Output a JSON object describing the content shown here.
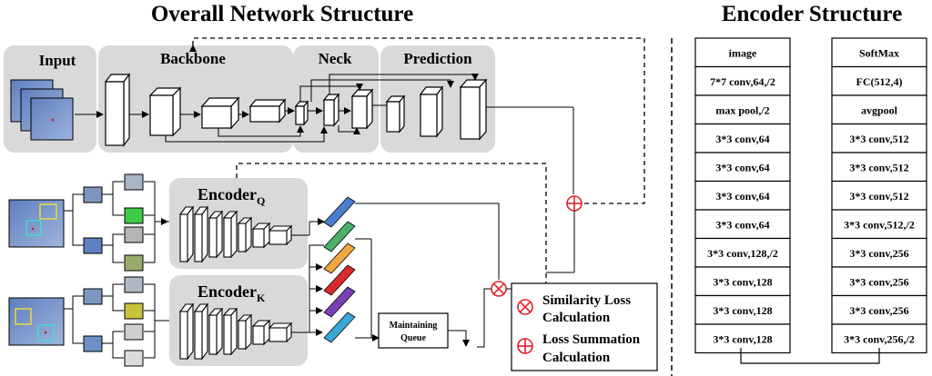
{
  "titles": {
    "main": "Overall Network Structure",
    "encoder": "Encoder Structure"
  },
  "panels": {
    "input": "Input",
    "backbone": "Backbone",
    "neck": "Neck",
    "prediction": "Prediction"
  },
  "encoders": {
    "q_main": "Encoder",
    "q_sub": "Q",
    "k_main": "Encoder",
    "k_sub": "K"
  },
  "queue": {
    "line1": "Maintaining",
    "line2": "Queue"
  },
  "legend": {
    "similarity_line1": "Similarity Loss",
    "similarity_line2": "Calculation",
    "summation_line1": "Loss Summation",
    "summation_line2": "Calculation"
  },
  "encoder_structure": {
    "left_column": [
      "image",
      "7*7 conv,64,/2",
      "max pool,/2",
      "3*3 conv,64",
      "3*3 conv,64",
      "3*3 conv,64",
      "3*3 conv,64",
      "3*3 conv,128,/2",
      "3*3 conv,128",
      "3*3 conv,128",
      "3*3 conv,128"
    ],
    "right_column": [
      "SoftMax",
      "FC(512,4)",
      "avgpool",
      "3*3 conv,512",
      "3*3 conv,512",
      "3*3 conv,512",
      "3*3 conv,512,/2",
      "3*3 conv,256",
      "3*3 conv,256",
      "3*3 conv,256",
      "3*3 conv,256,/2"
    ]
  },
  "colors": {
    "panel_fill": "#d9d9d9",
    "image_fill": "#6f8fc6",
    "bar_colors": [
      "#4a7fd0",
      "#4caf6a",
      "#f2a640",
      "#d92b2b",
      "#7a3fb5",
      "#3aa8d6"
    ]
  }
}
